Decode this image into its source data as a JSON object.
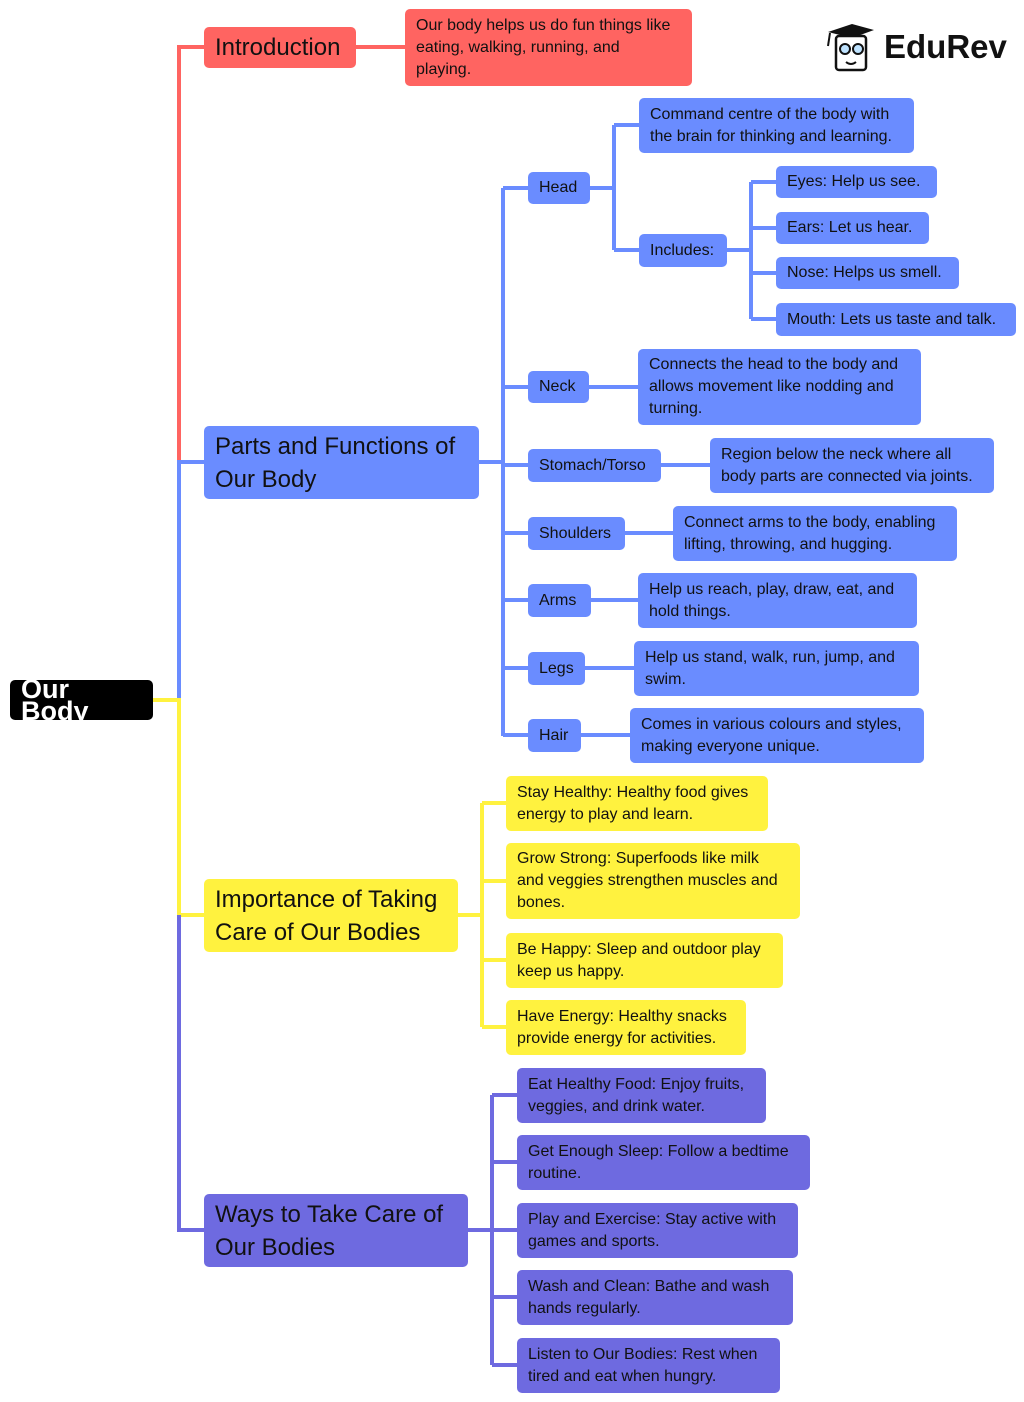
{
  "logo": {
    "text": "EduRev"
  },
  "colors": {
    "intro": "#FF6461",
    "parts": "#6A8CFF",
    "importance": "#FFF23F",
    "ways": "#6E6AE0",
    "root": "#000000"
  },
  "root": "Our Body",
  "introduction": {
    "label": "Introduction",
    "desc": "Our body helps us do fun things like\neating, walking, running, and\nplaying."
  },
  "parts": {
    "label": "Parts and Functions of\nOur Body",
    "head": {
      "label": "Head",
      "desc": "Command centre of the body with\nthe brain for thinking and learning.",
      "includes": {
        "label": "Includes:",
        "items": [
          "Eyes: Help us see.",
          "Ears: Let us hear.",
          "Nose: Helps us smell.",
          "Mouth: Lets us taste and talk."
        ]
      }
    },
    "neck": {
      "label": "Neck",
      "desc": "Connects the head to the body and\nallows movement like nodding and\nturning."
    },
    "stomach": {
      "label": "Stomach/Torso",
      "desc": "Region below the neck where all\nbody parts are connected via joints."
    },
    "shoulders": {
      "label": "Shoulders",
      "desc": "Connect arms to the body, enabling\nlifting, throwing, and hugging."
    },
    "arms": {
      "label": "Arms",
      "desc": "Help us reach, play, draw, eat, and\nhold things."
    },
    "legs": {
      "label": "Legs",
      "desc": "Help us stand, walk, run, jump, and\nswim."
    },
    "hair": {
      "label": "Hair",
      "desc": "Comes in various colours and styles,\nmaking everyone unique."
    }
  },
  "importance": {
    "label": "Importance of Taking\nCare of Our Bodies",
    "items": [
      "Stay Healthy: Healthy food gives\nenergy to play and learn.",
      "Grow Strong: Superfoods like milk\nand veggies strengthen muscles and\nbones.",
      "Be Happy: Sleep and outdoor play\nkeep us happy.",
      "Have Energy: Healthy snacks\nprovide energy for activities."
    ]
  },
  "ways": {
    "label": "Ways to Take Care of\nOur Bodies",
    "items": [
      "Eat Healthy Food: Enjoy fruits,\nveggies, and drink water.",
      "Get Enough Sleep: Follow a bedtime\nroutine.",
      "Play and Exercise: Stay active with\ngames and sports.",
      "Wash and Clean: Bathe and wash\nhands regularly.",
      "Listen to Our Bodies: Rest when\ntired and eat when hungry."
    ]
  }
}
